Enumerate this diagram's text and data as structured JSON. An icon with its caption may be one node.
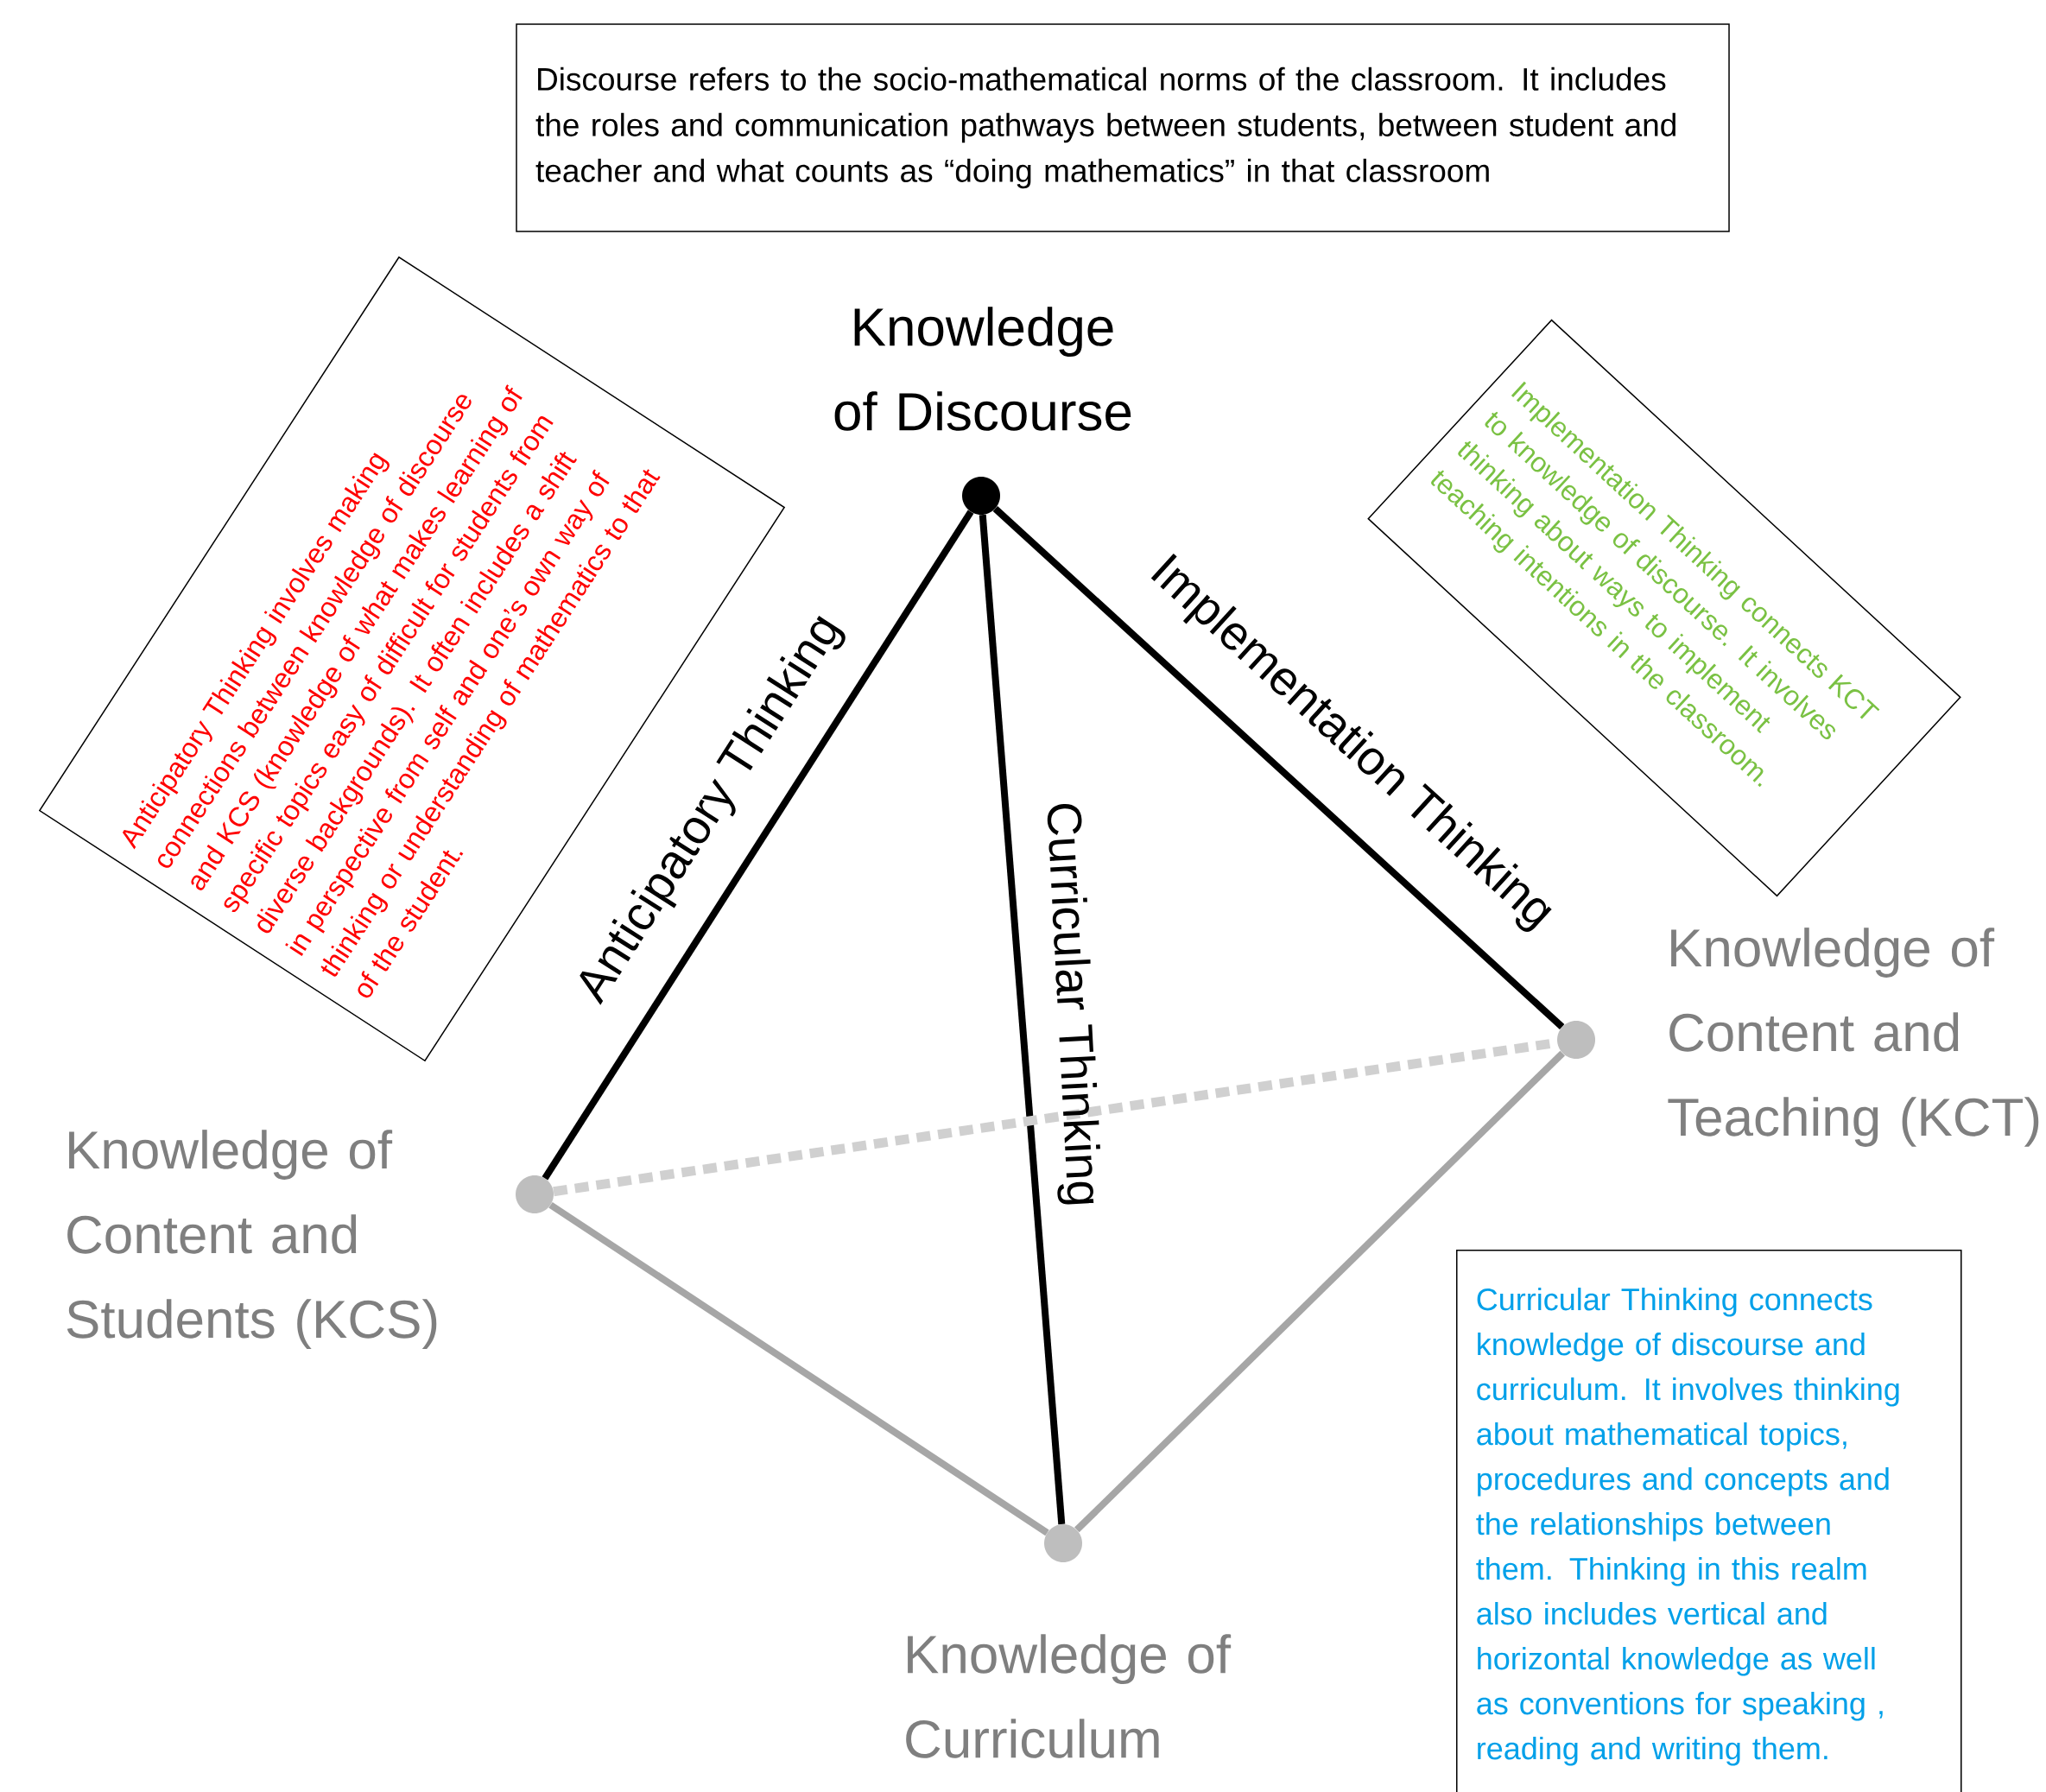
{
  "diagram": {
    "nodes": [
      {
        "text": [
          "Discourse refers to the socio-mathematical norms of the classroom. It includes the roles and communication pathways between students, between student and teacher and what counts as “doing mathematics” in that classroom"
        ]
      },
      {
        "text": [],
        "shape": "circle"
      },
      {
        "text": [
          "Anticipatory Thinking involves making connections between knowledge of discourse and KCS (knowledge of what makes learning of specific topics easy of difficult for students from diverse backgrounds). It often includes a shift in perspective from self and one’s own way of thinking or understanding of mathematics to that of the student."
        ]
      },
      {
        "text": [
          "Implementation Thinking connects KCT to knowledge of discourse. It involves thinking about ways to implement teaching intentions in the classroom."
        ]
      },
      {
        "text": [],
        "shape": "circle"
      },
      {
        "text": [],
        "shape": "circle"
      },
      {
        "text": [
          "Curricular Thinking connects knowledge of discourse and curriculum. It involves thinking about mathematical topics, procedures and concepts and the relationships between them. Thinking in this realm also includes vertical and horizontal knowledge as well as conventions for speaking , reading and writing them."
        ]
      },
      {
        "text": [],
        "shape": "circle"
      }
    ],
    "labels": [
      "Knowledge of Discourse",
      "Knowledge of Content and Teaching (KCT)",
      "Knowledge of Content and Students (KCS)",
      "Knowledge of Curriculum"
    ],
    "edges": [
      {
        "from": 1,
        "to": 5,
        "arrow": "none",
        "label": "Anticipatory Thinking"
      },
      {
        "from": 1,
        "to": 4,
        "arrow": "none",
        "label": "Implementation Thinking"
      },
      {
        "from": 1,
        "to": 7,
        "arrow": "none",
        "label": "Curricular Thinking"
      },
      {
        "from": 5,
        "to": 7,
        "arrow": "none",
        "color": "#a6a6a6"
      },
      {
        "from": 7,
        "to": 4,
        "arrow": "none",
        "color": "#a6a6a6"
      },
      {
        "from": 5,
        "to": 4,
        "arrow": "none",
        "style": "dashed",
        "color": "#d0d0d0"
      }
    ]
  }
}
